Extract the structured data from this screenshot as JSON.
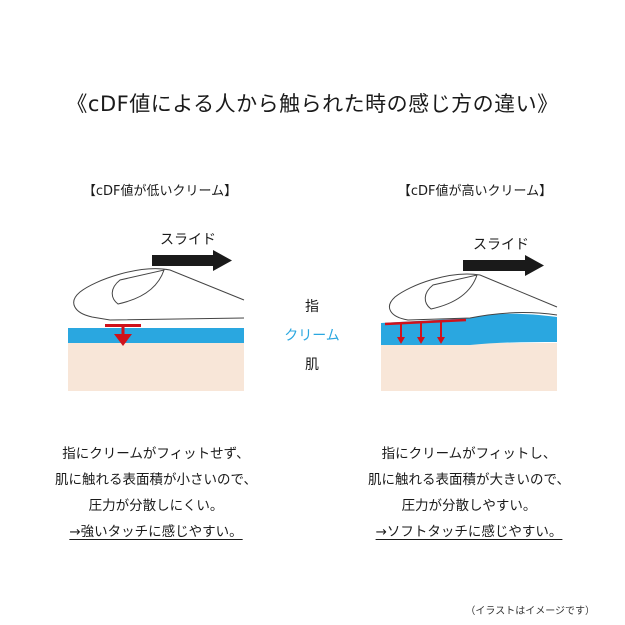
{
  "title": "《cDF値による人から触られた時の感じ方の違い》",
  "left": {
    "label": "【cDF値が低いクリーム】",
    "slide": "スライド",
    "desc": [
      "指にクリームがフィットせず、",
      "肌に触れる表面積が小さいので、",
      "圧力が分散しにくい。",
      "→強いタッチに感じやすい。"
    ]
  },
  "right": {
    "label": "【cDF値が高いクリーム】",
    "slide": "スライド",
    "desc": [
      "指にクリームがフィットし、",
      "肌に触れる表面積が大きいので、",
      "圧力が分散しやすい。",
      "→ソフトタッチに感じやすい。"
    ]
  },
  "legend": {
    "finger": "指",
    "cream": "クリーム",
    "skin": "肌"
  },
  "note": "（イラストはイメージです）",
  "colors": {
    "cream": "#2aa7e0",
    "skin": "#f8e6d8",
    "arrow": "#d0121b",
    "black_arrow": "#1a1a1a"
  }
}
